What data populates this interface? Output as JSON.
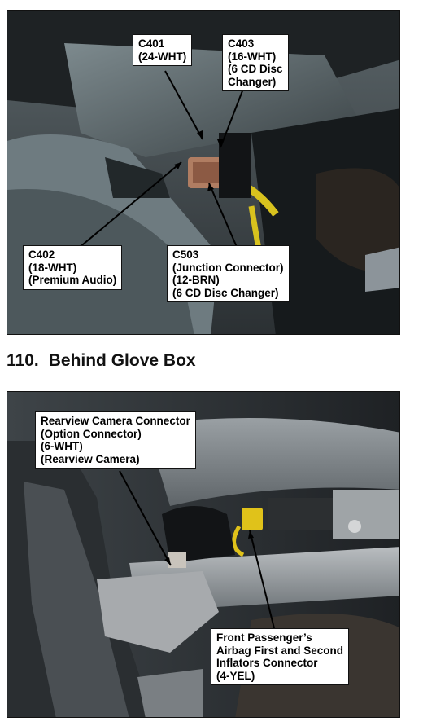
{
  "figure_top": {
    "callouts": {
      "c401": [
        "C401",
        "(24-WHT)"
      ],
      "c403": [
        "C403",
        "(16-WHT)",
        "(6 CD Disc",
        "Changer)"
      ],
      "c402": [
        "C402",
        "(18-WHT)",
        "(Premium Audio)"
      ],
      "c503": [
        "C503",
        "(Junction Connector)",
        "(12-BRN)",
        "(6 CD Disc Changer)"
      ]
    }
  },
  "section": {
    "number": "110.",
    "title": "Behind Glove Box"
  },
  "figure_bottom": {
    "callouts": {
      "camera": [
        "Rearview Camera Connector",
        "(Option Connector)",
        "(6-WHT)",
        "(Rearview Camera)"
      ],
      "airbag": [
        "Front Passenger’s",
        "Airbag First and Second",
        "Inflators Connector",
        "(4-YEL)"
      ]
    }
  }
}
